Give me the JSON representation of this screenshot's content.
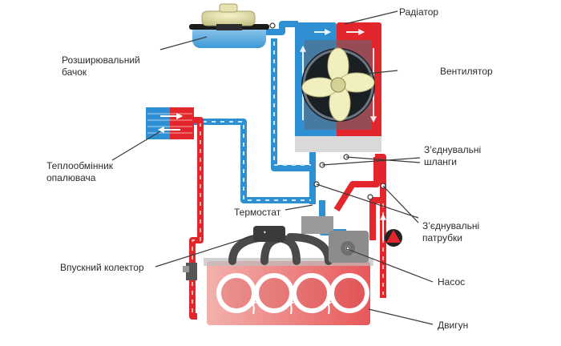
{
  "diagram": {
    "labels": {
      "radiator": "Радіатор",
      "expansion_tank": {
        "line1": "Розширювальний",
        "line2": "бачок"
      },
      "fan": "Вентилятор",
      "heater_core": {
        "line1": "Теплообмінник",
        "line2": "опалювача"
      },
      "hoses": {
        "line1": "З’єднувальні",
        "line2": "шланги"
      },
      "thermostat": "Термостат",
      "pipes": {
        "line1": "З’єднувальні",
        "line2": "патрубки"
      },
      "intake_manifold": "Впускний колектор",
      "pump": "Насос",
      "engine": "Двигун"
    },
    "colors": {
      "hot": "#e3262b",
      "cold": "#2f8fd3",
      "hot_light": "#ef8a86",
      "cold_light": "#8fc4ea",
      "leader": "#3a3a3a",
      "manifold": "#4a4a4a",
      "fan_blade": "#f1efbe",
      "label_text": "#2b2b2b"
    }
  }
}
